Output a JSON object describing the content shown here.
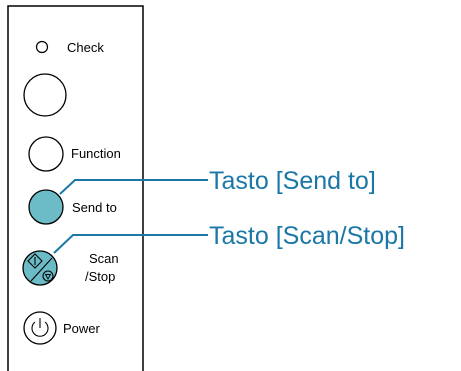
{
  "panel": {
    "check_label": "Check",
    "function_label": "Function",
    "send_to_label": "Send to",
    "scan_label_line1": "Scan",
    "scan_label_line2": "/Stop",
    "power_label": "Power"
  },
  "callouts": {
    "send_to": "Tasto [Send to]",
    "scan_stop": "Tasto [Scan/Stop]"
  },
  "colors": {
    "highlight_fill": "#6bbcc6",
    "callout_line": "#1a77a6",
    "callout_text": "#1a77a6",
    "outline": "#000000"
  }
}
